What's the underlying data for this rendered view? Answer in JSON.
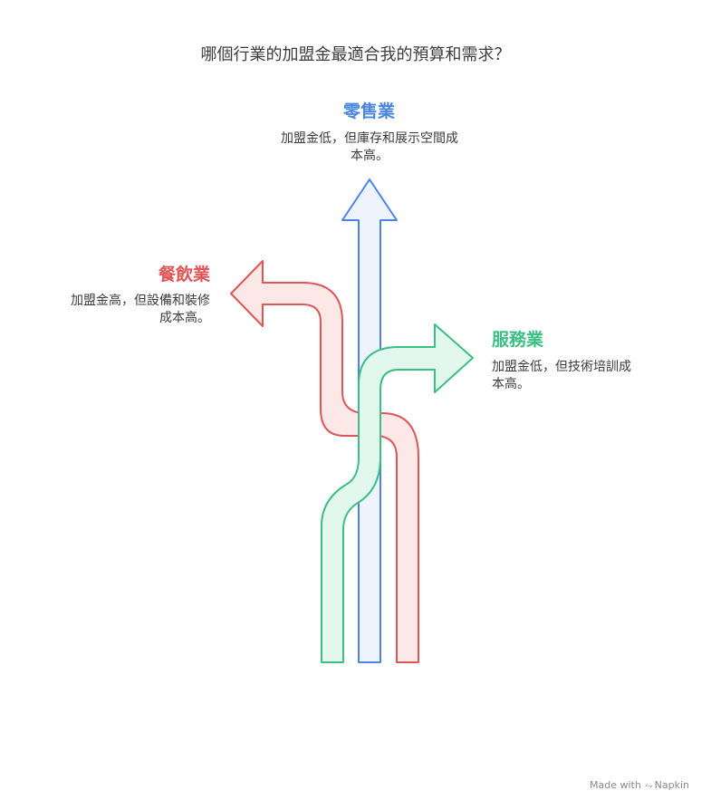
{
  "title": "哪個行業的加盟金最適合我的預算和需求？",
  "branches": {
    "retail": {
      "title": "零售業",
      "desc_line1": "加盟金低，但庫存和展示空間成",
      "desc_line2": "本高。",
      "color": "#4a86e0"
    },
    "food": {
      "title": "餐飲業",
      "desc_line1": "加盟金高，但設備和裝修",
      "desc_line2": "成本高。",
      "color": "#e05656"
    },
    "service": {
      "title": "服務業",
      "desc_line1": "加盟金低，但技術培訓成",
      "desc_line2": "本高。",
      "color": "#3cbf82"
    }
  },
  "footer": {
    "made_with": "Made with",
    "brand": "Napkin"
  }
}
